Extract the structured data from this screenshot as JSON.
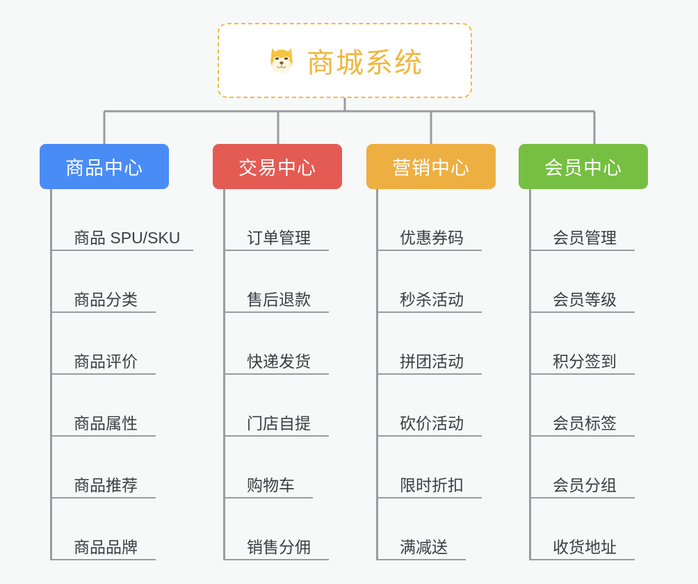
{
  "diagram": {
    "type": "mindmap-org-chart",
    "background_color": "#f7f8f8",
    "root": {
      "title": "商城系统",
      "icon": "shiba-dog-face-emoji",
      "text_color": "#f0b63f",
      "border_color": "#f2b93c",
      "fill_color": "#ffffff"
    },
    "connector_color": "#999b9e",
    "branches": [
      {
        "label": "商品中心",
        "color": "#4a8cf5",
        "leaves": [
          "商品 SPU/SKU",
          "商品分类",
          "商品评价",
          "商品属性",
          "商品推荐",
          "商品品牌"
        ]
      },
      {
        "label": "交易中心",
        "color": "#e45b54",
        "leaves": [
          "订单管理",
          "售后退款",
          "快递发货",
          "门店自提",
          "购物车",
          "销售分佣"
        ]
      },
      {
        "label": "营销中心",
        "color": "#eeaf42",
        "leaves": [
          "优惠券码",
          "秒杀活动",
          "拼团活动",
          "砍价活动",
          "限时折扣",
          "满减送"
        ]
      },
      {
        "label": "会员中心",
        "color": "#76bf42",
        "leaves": [
          "会员管理",
          "会员等级",
          "积分签到",
          "会员标签",
          "会员分组",
          "收货地址"
        ]
      }
    ]
  }
}
